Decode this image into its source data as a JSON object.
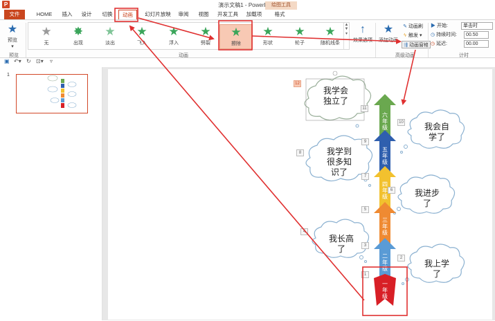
{
  "window": {
    "title": "演示文稿1 - PowerPoint",
    "app_icon": "P",
    "context_tab_group": "绘图工具"
  },
  "tabs": [
    {
      "label": "文件"
    },
    {
      "label": "HOME"
    },
    {
      "label": "插入"
    },
    {
      "label": "设计"
    },
    {
      "label": "切换"
    },
    {
      "label": "动画"
    },
    {
      "label": "幻灯片放映"
    },
    {
      "label": "审阅"
    },
    {
      "label": "视图"
    },
    {
      "label": "开发工具"
    },
    {
      "label": "加载项"
    },
    {
      "label": "格式"
    }
  ],
  "ribbon": {
    "preview": {
      "label": "预览"
    },
    "preview_group_label": "预览",
    "animation_group_label": "动画",
    "gallery": [
      {
        "label": "无",
        "color": "#9a9a9a"
      },
      {
        "label": "出现",
        "color": "#3aa55a"
      },
      {
        "label": "淡出",
        "color": "#3aa55a"
      },
      {
        "label": "飞入",
        "color": "#3aa55a"
      },
      {
        "label": "浮入",
        "color": "#3aa55a"
      },
      {
        "label": "劈裂",
        "color": "#3aa55a"
      },
      {
        "label": "擦除",
        "color": "#3aa55a"
      },
      {
        "label": "形状",
        "color": "#3aa55a"
      },
      {
        "label": "轮子",
        "color": "#3aa55a"
      },
      {
        "label": "随机线条",
        "color": "#3aa55a"
      }
    ],
    "effect_options": {
      "label": "效果选项"
    },
    "add_animation": {
      "label": "添加动画"
    },
    "advanced_group_label": "高级动画",
    "animation_painter": {
      "label": "动画刷"
    },
    "trigger": {
      "label": "触发"
    },
    "animation_pane": {
      "label": "动画窗格"
    },
    "timing_group_label": "计时",
    "timing": {
      "start_label": "开始:",
      "start_value": "单击时",
      "duration_label": "持续时间:",
      "duration_value": "00.50",
      "delay_label": "延迟:",
      "delay_value": "00.00"
    }
  },
  "thumbnail": {
    "slide_number": "1"
  },
  "slide": {
    "tags": [
      "12",
      "11",
      "10",
      "9",
      "8",
      "7",
      "6",
      "5",
      "4",
      "3",
      "2",
      "1"
    ],
    "clouds": [
      {
        "text": "我学会\n独立了"
      },
      {
        "text": "我会自\n学了"
      },
      {
        "text": "我学到\n很多知\n识了"
      },
      {
        "text": "我进步\n了"
      },
      {
        "text": "我长高\n了"
      },
      {
        "text": "我上学\n了"
      }
    ],
    "grades": [
      {
        "text": "六年级",
        "color": "#6aa84f"
      },
      {
        "text": "五年级",
        "color": "#2f5fae"
      },
      {
        "text": "四年级",
        "color": "#f2c12e"
      },
      {
        "text": "三年级",
        "color": "#ef8a32"
      },
      {
        "text": "二年级",
        "color": "#5a9bd5"
      },
      {
        "text": "一年级",
        "color": "#d81f26"
      }
    ]
  },
  "colors": {
    "accent": "#d24726",
    "highlight": "#e03030"
  }
}
